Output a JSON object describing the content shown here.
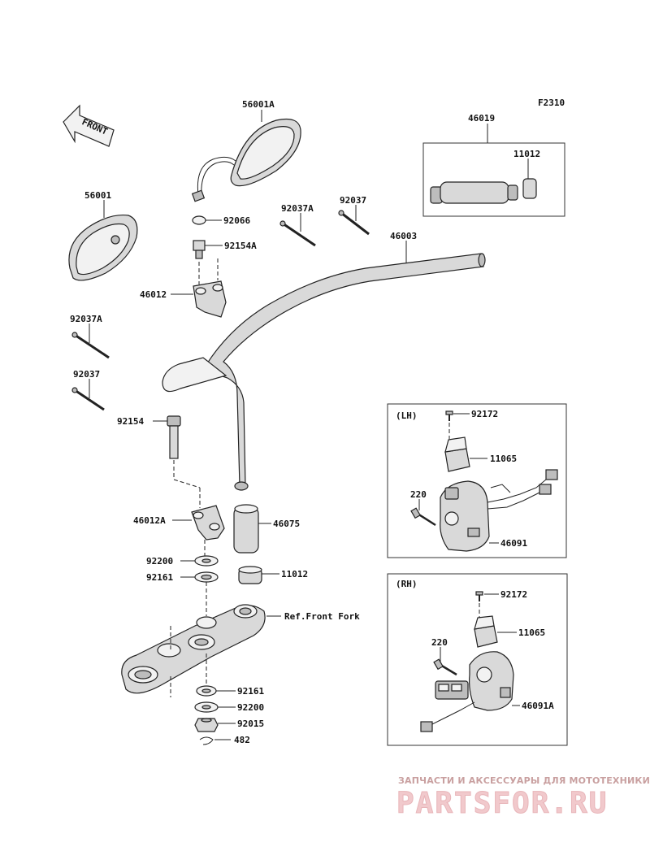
{
  "figure_code": "F2310",
  "front_label": "FRONT",
  "inset_lh": {
    "title": "(LH)",
    "labels": {
      "screw": "92172",
      "cover": "11065",
      "bolt": "220",
      "switch": "46091"
    }
  },
  "inset_rh": {
    "title": "(RH)",
    "labels": {
      "screw": "92172",
      "cover": "11065",
      "bolt": "220",
      "switch": "46091A"
    }
  },
  "labels": {
    "mirror_right": "56001A",
    "mirror_left": "56001",
    "grip_box": "46019",
    "grip_box_end": "11012",
    "washer_top": "92066",
    "damper_top": "92154A",
    "pin_92037A_top": "92037A",
    "pin_92037_top": "92037",
    "handlebar": "46003",
    "holder_upper": "46012",
    "pin_92037A_left": "92037A",
    "pin_92037_left": "92037",
    "bolt": "92154",
    "holder_lower": "46012A",
    "grip": "46075",
    "washer_92200_upper": "92200",
    "collar_92161_upper": "92161",
    "grip_end": "11012",
    "ref_front_fork": "Ref.Front Fork",
    "collar_92161_lower": "92161",
    "washer_92200_lower": "92200",
    "nut": "92015",
    "clip": "482"
  },
  "watermark": {
    "text": "ЗАПЧАСТИ И АКСЕССУАРЫ ДЛЯ МОТОТЕХНИКИ",
    "logo": "PARTSFOR.RU"
  }
}
